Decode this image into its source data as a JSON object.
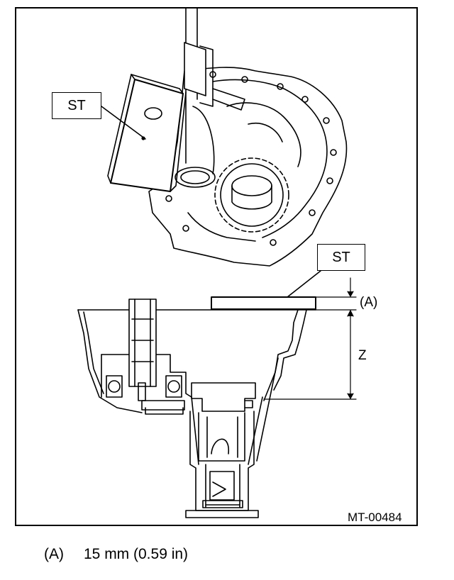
{
  "figure": {
    "labels": {
      "st_top": "ST",
      "st_bottom": "ST",
      "dimension_a": "(A)",
      "dimension_z": "Z"
    },
    "figure_id": "MT-00484"
  },
  "caption": {
    "key": "(A)",
    "value": "15 mm (0.59 in)"
  }
}
